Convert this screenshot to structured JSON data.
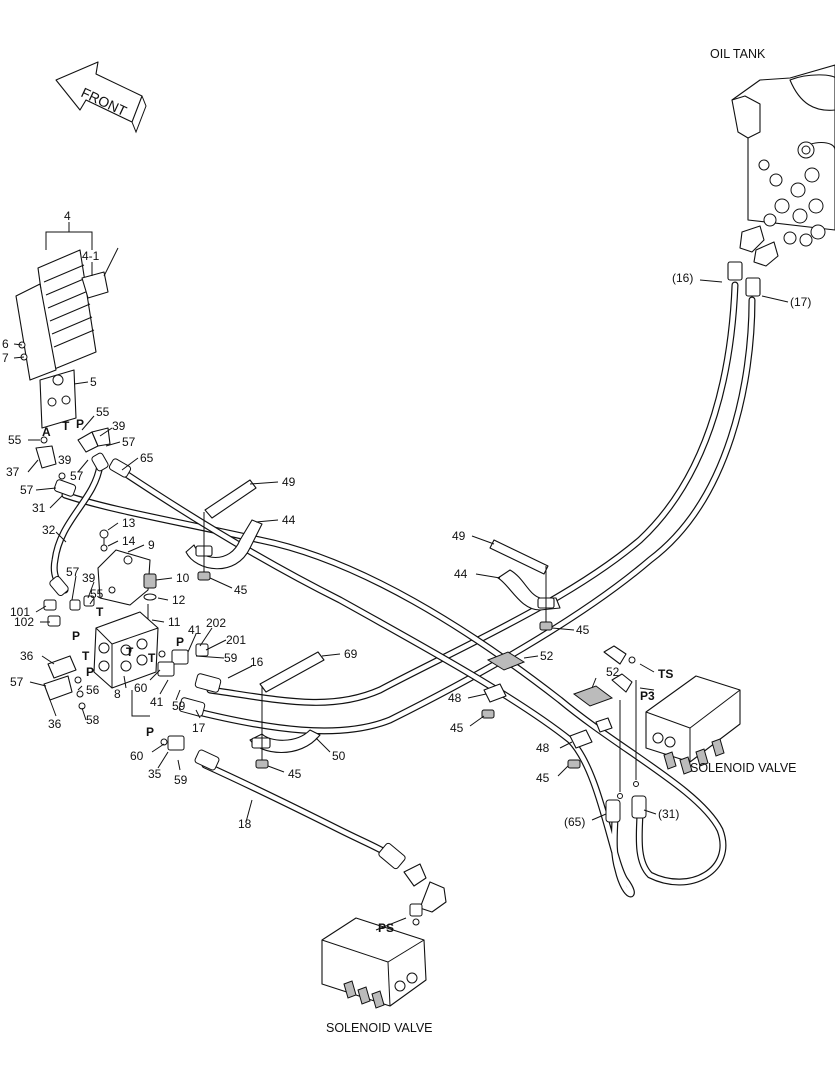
{
  "captions": {
    "front": "FRONT",
    "oil_tank": "OIL TANK",
    "solenoid_valve_right": "SOLENOID VALVE",
    "solenoid_valve_bottom": "SOLENOID VALVE"
  },
  "ports": {
    "A": "A",
    "T_pedal": "T",
    "P_pedal": "P",
    "TS": "TS",
    "P3": "P3",
    "PS": "PS",
    "T_block_1": "T",
    "P_block_1": "P",
    "T_block_2": "T",
    "P_block_2": "P",
    "T_block_3": "T",
    "T_block_4": "T",
    "P_block_3": "P",
    "P_lower": "P"
  },
  "callouts": [
    {
      "id": "c4",
      "text": "4"
    },
    {
      "id": "c4-1",
      "text": "4-1"
    },
    {
      "id": "c6",
      "text": "6"
    },
    {
      "id": "c7",
      "text": "7"
    },
    {
      "id": "c5",
      "text": "5"
    },
    {
      "id": "c55a",
      "text": "55"
    },
    {
      "id": "c39a",
      "text": "39"
    },
    {
      "id": "c57a",
      "text": "57"
    },
    {
      "id": "c55b",
      "text": "55"
    },
    {
      "id": "c37",
      "text": "37"
    },
    {
      "id": "c39b",
      "text": "39"
    },
    {
      "id": "c57b",
      "text": "57"
    },
    {
      "id": "c65",
      "text": "65"
    },
    {
      "id": "c57c",
      "text": "57"
    },
    {
      "id": "c31",
      "text": "31"
    },
    {
      "id": "c32",
      "text": "32"
    },
    {
      "id": "c13",
      "text": "13"
    },
    {
      "id": "c14",
      "text": "14"
    },
    {
      "id": "c9",
      "text": "9"
    },
    {
      "id": "c10",
      "text": "10"
    },
    {
      "id": "c12",
      "text": "12"
    },
    {
      "id": "c11",
      "text": "11"
    },
    {
      "id": "c57d",
      "text": "57"
    },
    {
      "id": "c39c",
      "text": "39"
    },
    {
      "id": "c55c",
      "text": "55"
    },
    {
      "id": "c101",
      "text": "101"
    },
    {
      "id": "c102",
      "text": "102"
    },
    {
      "id": "c36a",
      "text": "36"
    },
    {
      "id": "c57e",
      "text": "57"
    },
    {
      "id": "c56",
      "text": "56"
    },
    {
      "id": "c58",
      "text": "58"
    },
    {
      "id": "c36b",
      "text": "36"
    },
    {
      "id": "c8",
      "text": "8"
    },
    {
      "id": "c202",
      "text": "202"
    },
    {
      "id": "c41a",
      "text": "41"
    },
    {
      "id": "c201",
      "text": "201"
    },
    {
      "id": "c59a",
      "text": "59"
    },
    {
      "id": "c60a",
      "text": "60"
    },
    {
      "id": "c41b",
      "text": "41"
    },
    {
      "id": "c59b",
      "text": "59"
    },
    {
      "id": "c17",
      "text": "17"
    },
    {
      "id": "c16",
      "text": "16"
    },
    {
      "id": "c60b",
      "text": "60"
    },
    {
      "id": "c35",
      "text": "35"
    },
    {
      "id": "c59c",
      "text": "59"
    },
    {
      "id": "c18",
      "text": "18"
    },
    {
      "id": "c49a",
      "text": "49"
    },
    {
      "id": "c44a",
      "text": "44"
    },
    {
      "id": "c45a",
      "text": "45"
    },
    {
      "id": "c69",
      "text": "69"
    },
    {
      "id": "c50",
      "text": "50"
    },
    {
      "id": "c45b",
      "text": "45"
    },
    {
      "id": "c49b",
      "text": "49"
    },
    {
      "id": "c44b",
      "text": "44"
    },
    {
      "id": "c45c",
      "text": "45"
    },
    {
      "id": "c52a",
      "text": "52"
    },
    {
      "id": "c48a",
      "text": "48"
    },
    {
      "id": "c45d",
      "text": "45"
    },
    {
      "id": "c52b",
      "text": "52"
    },
    {
      "id": "c48b",
      "text": "48"
    },
    {
      "id": "c45e",
      "text": "45"
    },
    {
      "id": "c16p",
      "text": "(16)"
    },
    {
      "id": "c17p",
      "text": "(17)"
    },
    {
      "id": "c65p",
      "text": "(65)"
    },
    {
      "id": "c31p",
      "text": "(31)"
    }
  ]
}
